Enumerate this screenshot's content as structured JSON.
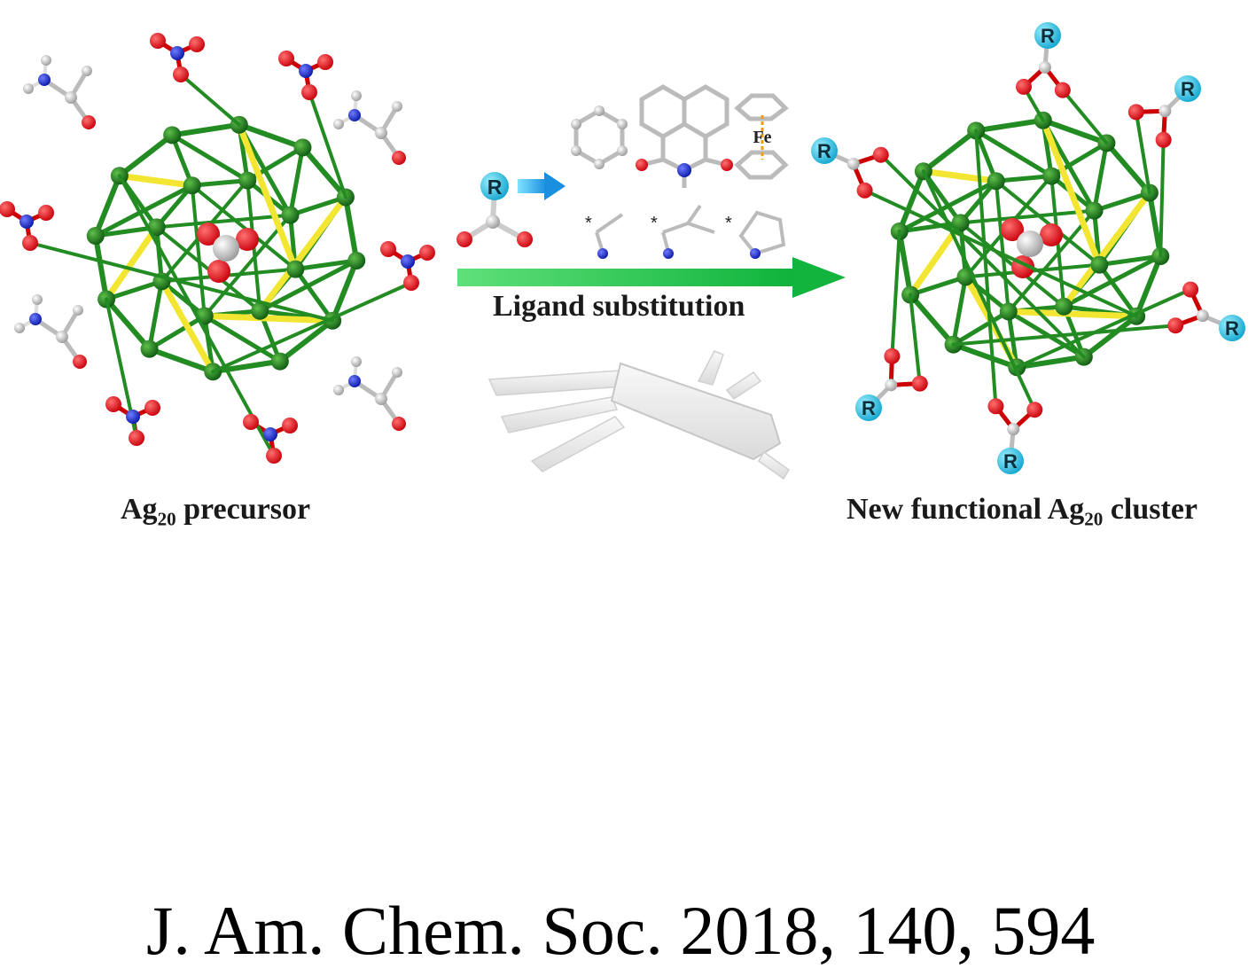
{
  "diagram": {
    "left_label_main": "Ag",
    "left_label_sub": "20",
    "left_label_rest": " precursor",
    "middle_label": "Ligand substitution",
    "right_label_prefix": "New functional Ag",
    "right_label_sub": "20",
    "right_label_rest": " cluster",
    "iron_symbol": "Fe",
    "r_group": "R",
    "attachment_mark": "*"
  },
  "citation": "J. Am. Chem. Soc. 2018, 140, 594",
  "colors": {
    "silver_atom": "#1f7a1f",
    "bond_green": "#228b22",
    "sulfur_bond": "#f2e632",
    "oxygen": "#e8141c",
    "nitrogen": "#1c2fd6",
    "carbon": "#c8c8c8",
    "hydrogen": "#f0f0f0",
    "r_group": "#2ec4e8",
    "arrow": "#22c84a"
  }
}
